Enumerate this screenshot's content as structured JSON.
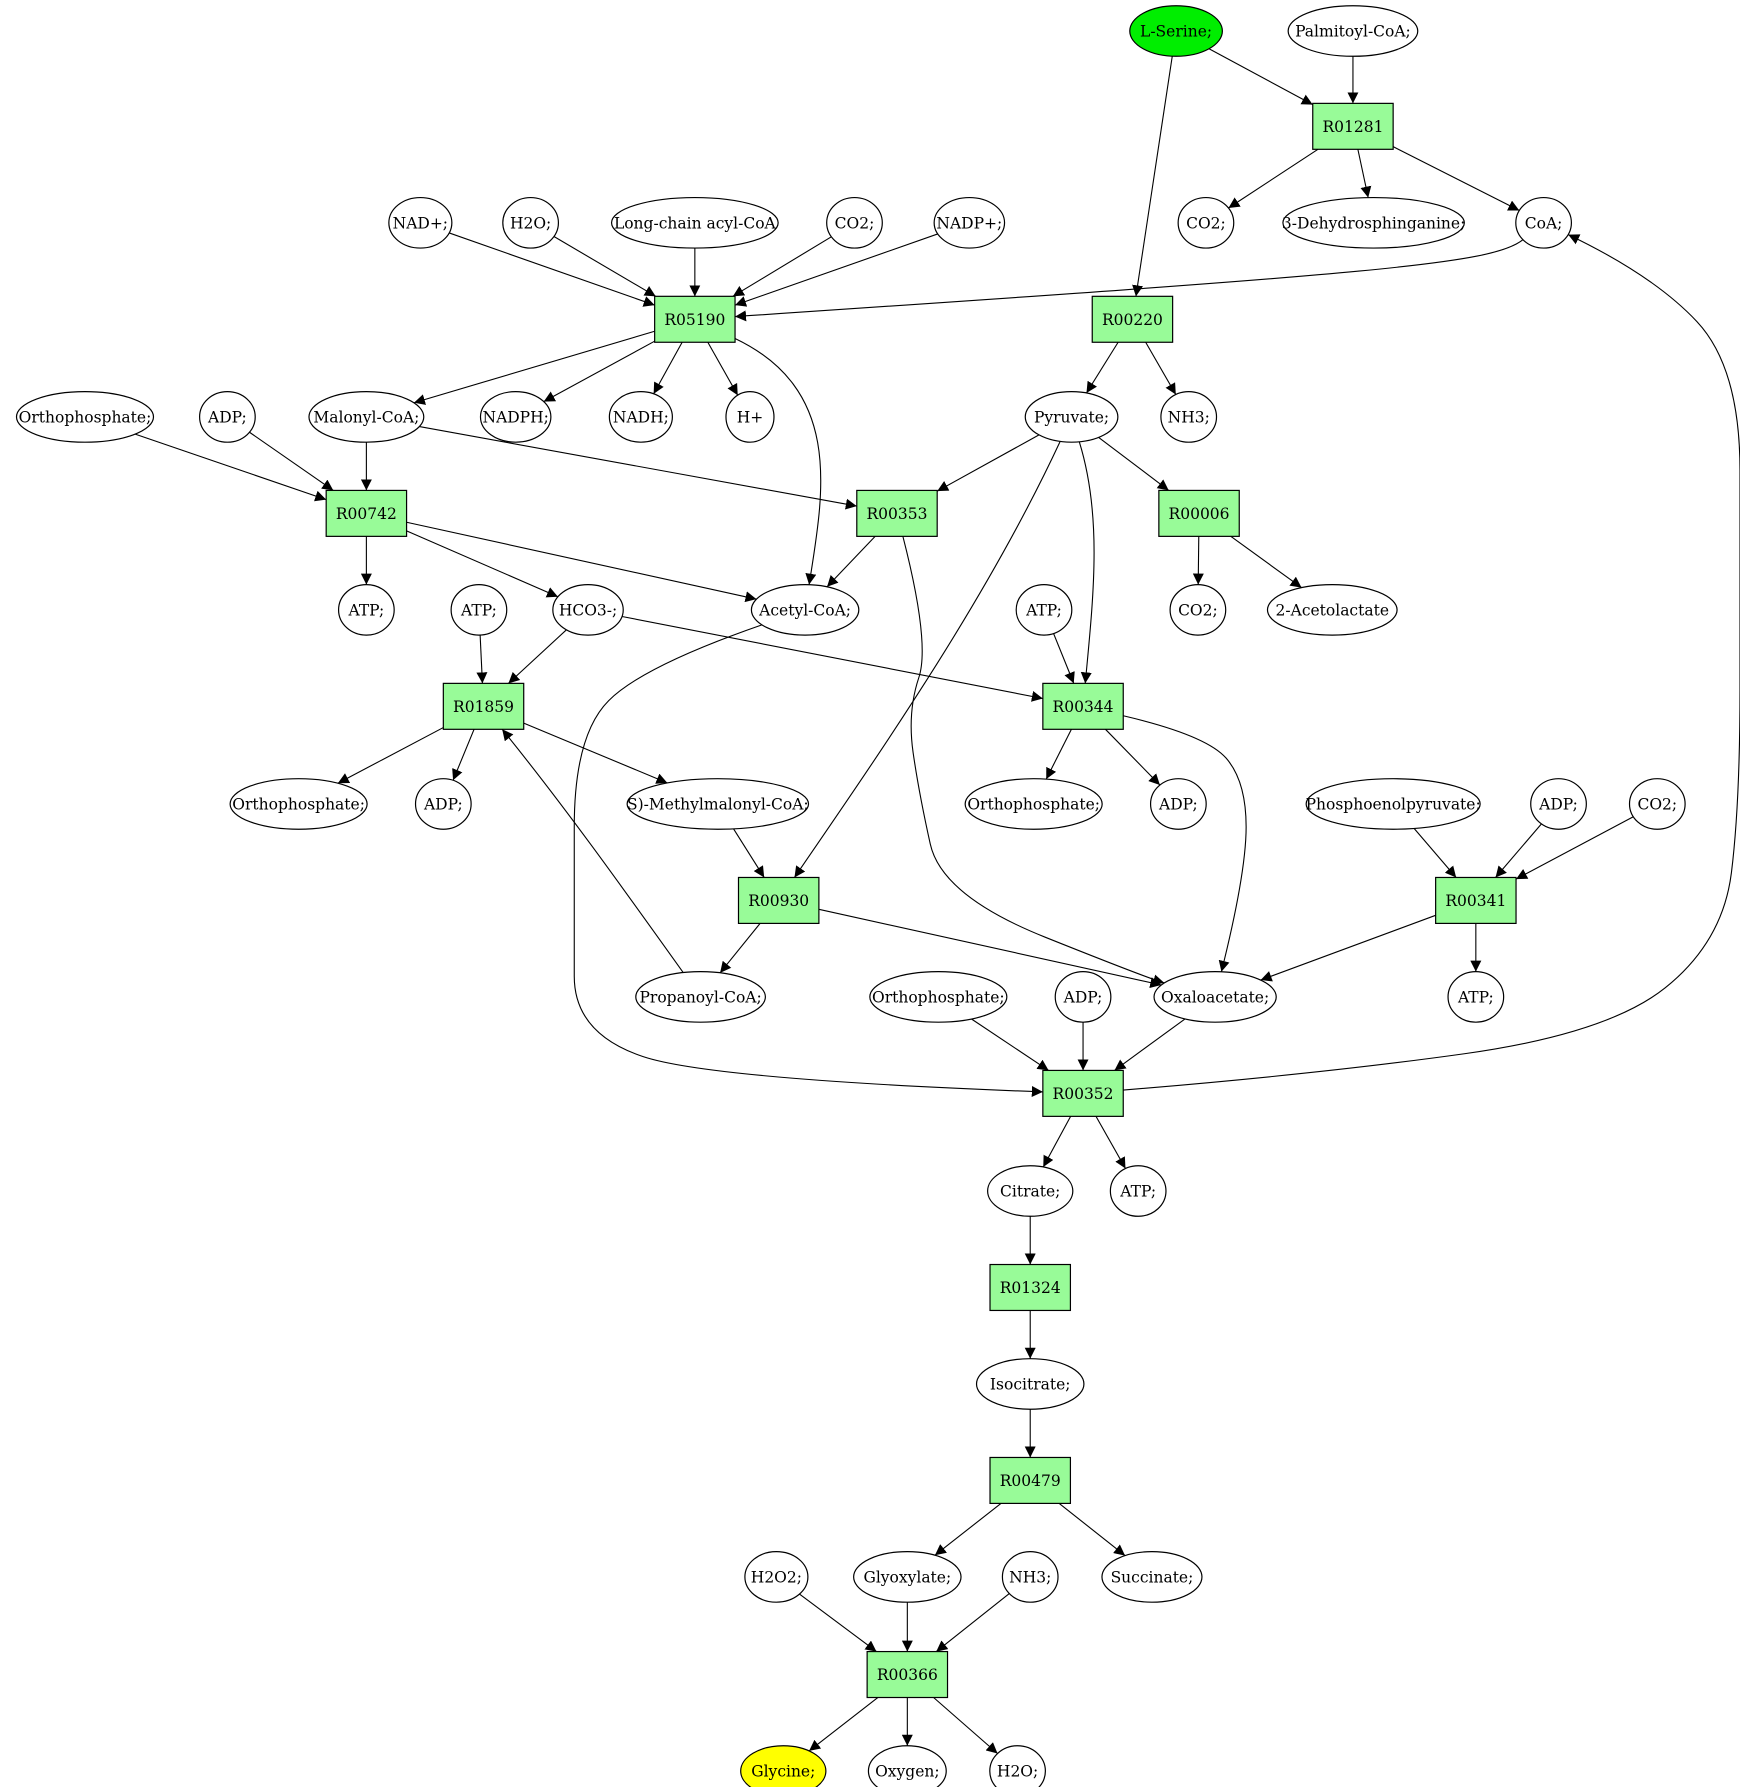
{
  "colors": {
    "reaction_fill": "#98fb98",
    "start_fill": "#00ee00",
    "target_fill": "#ffff00",
    "compound_fill": "#ffffff",
    "stroke": "#000000"
  },
  "nodes": [
    {
      "id": "lserine",
      "label": "L-Serine;",
      "kind": "start"
    },
    {
      "id": "palmcoa",
      "label": "Palmitoyl-CoA;",
      "kind": "compound"
    },
    {
      "id": "R01281",
      "label": "R01281",
      "kind": "reaction"
    },
    {
      "id": "co2_a",
      "label": "CO2;",
      "kind": "compound"
    },
    {
      "id": "dehydro",
      "label": "3-Dehydrosphinganine;",
      "kind": "compound"
    },
    {
      "id": "coa",
      "label": "CoA;",
      "kind": "compound"
    },
    {
      "id": "nadp",
      "label": "NAD+;",
      "kind": "compound"
    },
    {
      "id": "h2o_a",
      "label": "H2O;",
      "kind": "compound"
    },
    {
      "id": "lcacoa",
      "label": "Long-chain acyl-CoA",
      "kind": "compound"
    },
    {
      "id": "co2_b",
      "label": "CO2;",
      "kind": "compound"
    },
    {
      "id": "nadpplus",
      "label": "NADP+;",
      "kind": "compound"
    },
    {
      "id": "R05190",
      "label": "R05190",
      "kind": "reaction"
    },
    {
      "id": "R00220",
      "label": "R00220",
      "kind": "reaction"
    },
    {
      "id": "ortho_a",
      "label": "Orthophosphate;",
      "kind": "compound"
    },
    {
      "id": "adp_a",
      "label": "ADP;",
      "kind": "compound"
    },
    {
      "id": "malcoa",
      "label": "Malonyl-CoA;",
      "kind": "compound"
    },
    {
      "id": "nadph",
      "label": "NADPH;",
      "kind": "compound"
    },
    {
      "id": "nadh",
      "label": "NADH;",
      "kind": "compound"
    },
    {
      "id": "hplus",
      "label": "H+",
      "kind": "compound"
    },
    {
      "id": "pyruvate",
      "label": "Pyruvate;",
      "kind": "compound"
    },
    {
      "id": "nh3_a",
      "label": "NH3;",
      "kind": "compound"
    },
    {
      "id": "R00742",
      "label": "R00742",
      "kind": "reaction"
    },
    {
      "id": "R00353",
      "label": "R00353",
      "kind": "reaction"
    },
    {
      "id": "R00006",
      "label": "R00006",
      "kind": "reaction"
    },
    {
      "id": "atp_a",
      "label": "ATP;",
      "kind": "compound"
    },
    {
      "id": "atp_b",
      "label": "ATP;",
      "kind": "compound"
    },
    {
      "id": "hco3",
      "label": "HCO3-;",
      "kind": "compound"
    },
    {
      "id": "acetylcoa",
      "label": "Acetyl-CoA;",
      "kind": "compound"
    },
    {
      "id": "atp_c",
      "label": "ATP;",
      "kind": "compound"
    },
    {
      "id": "co2_c",
      "label": "CO2;",
      "kind": "compound"
    },
    {
      "id": "acetolactate",
      "label": "2-Acetolactate",
      "kind": "compound"
    },
    {
      "id": "R01859",
      "label": "R01859",
      "kind": "reaction"
    },
    {
      "id": "R00344",
      "label": "R00344",
      "kind": "reaction"
    },
    {
      "id": "ortho_b",
      "label": "Orthophosphate;",
      "kind": "compound"
    },
    {
      "id": "adp_b",
      "label": "ADP;",
      "kind": "compound"
    },
    {
      "id": "smmcoa",
      "label": "S)-Methylmalonyl-CoA;",
      "kind": "compound"
    },
    {
      "id": "ortho_c",
      "label": "Orthophosphate;",
      "kind": "compound"
    },
    {
      "id": "adp_c",
      "label": "ADP;",
      "kind": "compound"
    },
    {
      "id": "pep",
      "label": "Phosphoenolpyruvate;",
      "kind": "compound"
    },
    {
      "id": "adp_d",
      "label": "ADP;",
      "kind": "compound"
    },
    {
      "id": "co2_d",
      "label": "CO2;",
      "kind": "compound"
    },
    {
      "id": "R00930",
      "label": "R00930",
      "kind": "reaction"
    },
    {
      "id": "R00341",
      "label": "R00341",
      "kind": "reaction"
    },
    {
      "id": "propcoa",
      "label": "Propanoyl-CoA;",
      "kind": "compound"
    },
    {
      "id": "ortho_d",
      "label": "Orthophosphate;",
      "kind": "compound"
    },
    {
      "id": "adp_e",
      "label": "ADP;",
      "kind": "compound"
    },
    {
      "id": "oxaloacetate",
      "label": "Oxaloacetate;",
      "kind": "compound"
    },
    {
      "id": "atp_d",
      "label": "ATP;",
      "kind": "compound"
    },
    {
      "id": "R00352",
      "label": "R00352",
      "kind": "reaction"
    },
    {
      "id": "citrate",
      "label": "Citrate;",
      "kind": "compound"
    },
    {
      "id": "atp_e",
      "label": "ATP;",
      "kind": "compound"
    },
    {
      "id": "R01324",
      "label": "R01324",
      "kind": "reaction"
    },
    {
      "id": "isocitrate",
      "label": "Isocitrate;",
      "kind": "compound"
    },
    {
      "id": "R00479",
      "label": "R00479",
      "kind": "reaction"
    },
    {
      "id": "h2o2",
      "label": "H2O2;",
      "kind": "compound"
    },
    {
      "id": "glyoxylate",
      "label": "Glyoxylate;",
      "kind": "compound"
    },
    {
      "id": "nh3_b",
      "label": "NH3;",
      "kind": "compound"
    },
    {
      "id": "succinate",
      "label": "Succinate;",
      "kind": "compound"
    },
    {
      "id": "R00366",
      "label": "R00366",
      "kind": "reaction"
    },
    {
      "id": "glycine",
      "label": "Glycine;",
      "kind": "target"
    },
    {
      "id": "oxygen",
      "label": "Oxygen;",
      "kind": "compound"
    },
    {
      "id": "h2o_b",
      "label": "H2O;",
      "kind": "compound"
    }
  ],
  "edges": [
    {
      "from": "lserine",
      "to": "R01281"
    },
    {
      "from": "palmcoa",
      "to": "R01281"
    },
    {
      "from": "R01281",
      "to": "co2_a"
    },
    {
      "from": "R01281",
      "to": "dehydro"
    },
    {
      "from": "R01281",
      "to": "coa"
    },
    {
      "from": "lserine",
      "to": "R00220"
    },
    {
      "from": "nadp",
      "to": "R05190"
    },
    {
      "from": "h2o_a",
      "to": "R05190"
    },
    {
      "from": "lcacoa",
      "to": "R05190"
    },
    {
      "from": "co2_b",
      "to": "R05190"
    },
    {
      "from": "nadpplus",
      "to": "R05190"
    },
    {
      "from": "coa",
      "to": "R05190"
    },
    {
      "from": "R05190",
      "to": "malcoa"
    },
    {
      "from": "R05190",
      "to": "nadph"
    },
    {
      "from": "R05190",
      "to": "nadh"
    },
    {
      "from": "R05190",
      "to": "hplus"
    },
    {
      "from": "R05190",
      "to": "acetylcoa"
    },
    {
      "from": "R00220",
      "to": "pyruvate"
    },
    {
      "from": "R00220",
      "to": "nh3_a"
    },
    {
      "from": "ortho_a",
      "to": "R00742"
    },
    {
      "from": "adp_a",
      "to": "R00742"
    },
    {
      "from": "malcoa",
      "to": "R00742"
    },
    {
      "from": "malcoa",
      "to": "R00353"
    },
    {
      "from": "pyruvate",
      "to": "R00353"
    },
    {
      "from": "pyruvate",
      "to": "R00006"
    },
    {
      "from": "pyruvate",
      "to": "R00344"
    },
    {
      "from": "pyruvate",
      "to": "R00930"
    },
    {
      "from": "R00742",
      "to": "atp_a"
    },
    {
      "from": "R00742",
      "to": "hco3"
    },
    {
      "from": "R00742",
      "to": "acetylcoa"
    },
    {
      "from": "R00353",
      "to": "acetylcoa"
    },
    {
      "from": "R00353",
      "to": "oxaloacetate"
    },
    {
      "from": "R00006",
      "to": "co2_c"
    },
    {
      "from": "R00006",
      "to": "acetolactate"
    },
    {
      "from": "atp_b",
      "to": "R01859"
    },
    {
      "from": "hco3",
      "to": "R01859"
    },
    {
      "from": "hco3",
      "to": "R00344"
    },
    {
      "from": "atp_c",
      "to": "R00344"
    },
    {
      "from": "acetylcoa",
      "to": "R00352"
    },
    {
      "from": "R01859",
      "to": "ortho_b"
    },
    {
      "from": "R01859",
      "to": "adp_b"
    },
    {
      "from": "R01859",
      "to": "smmcoa"
    },
    {
      "from": "R00344",
      "to": "ortho_c"
    },
    {
      "from": "R00344",
      "to": "adp_c"
    },
    {
      "from": "R00344",
      "to": "oxaloacetate"
    },
    {
      "from": "smmcoa",
      "to": "R00930"
    },
    {
      "from": "pep",
      "to": "R00341"
    },
    {
      "from": "adp_d",
      "to": "R00341"
    },
    {
      "from": "co2_d",
      "to": "R00341"
    },
    {
      "from": "R00930",
      "to": "propcoa"
    },
    {
      "from": "R00930",
      "to": "oxaloacetate"
    },
    {
      "from": "propcoa",
      "to": "R01859"
    },
    {
      "from": "R00341",
      "to": "oxaloacetate"
    },
    {
      "from": "R00341",
      "to": "atp_d"
    },
    {
      "from": "ortho_d",
      "to": "R00352"
    },
    {
      "from": "adp_e",
      "to": "R00352"
    },
    {
      "from": "oxaloacetate",
      "to": "R00352"
    },
    {
      "from": "R00352",
      "to": "coa"
    },
    {
      "from": "R00352",
      "to": "citrate"
    },
    {
      "from": "R00352",
      "to": "atp_e"
    },
    {
      "from": "citrate",
      "to": "R01324"
    },
    {
      "from": "R01324",
      "to": "isocitrate"
    },
    {
      "from": "isocitrate",
      "to": "R00479"
    },
    {
      "from": "R00479",
      "to": "glyoxylate"
    },
    {
      "from": "R00479",
      "to": "succinate"
    },
    {
      "from": "h2o2",
      "to": "R00366"
    },
    {
      "from": "glyoxylate",
      "to": "R00366"
    },
    {
      "from": "nh3_b",
      "to": "R00366"
    },
    {
      "from": "R00366",
      "to": "glycine"
    },
    {
      "from": "R00366",
      "to": "oxygen"
    },
    {
      "from": "R00366",
      "to": "h2o_b"
    }
  ]
}
